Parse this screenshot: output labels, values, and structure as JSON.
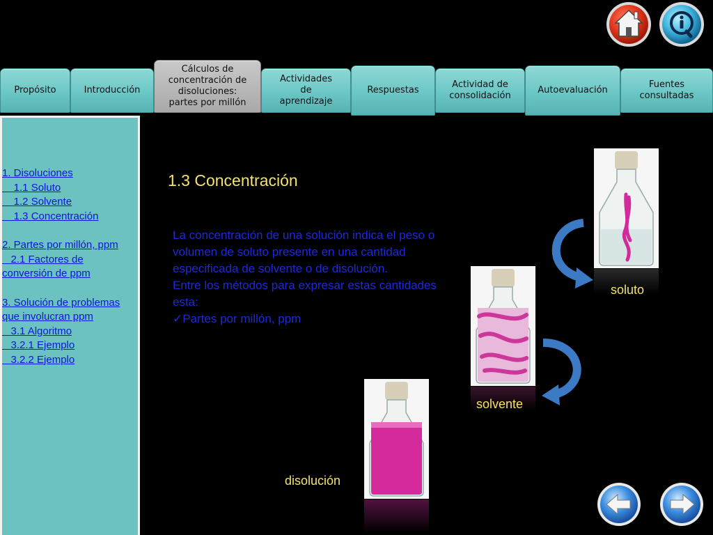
{
  "tabs": [
    {
      "label": "Propósito"
    },
    {
      "label": "Introducción"
    },
    {
      "label": "Cálculos de\nconcentración de\ndisoluciones:\npartes por millón"
    },
    {
      "label": "Actividades\nde\naprendizaje"
    },
    {
      "label": "Respuestas"
    },
    {
      "label": "Actividad de\nconsolidación"
    },
    {
      "label": "Autoevaluación"
    },
    {
      "label": "Fuentes\nconsultadas"
    }
  ],
  "active_tab": 2,
  "sidebar": {
    "items": [
      {
        "label": "1. Disoluciones"
      },
      {
        "label": "    1.1 Soluto"
      },
      {
        "label": "    1.2 Solvente"
      },
      {
        "label": "    1.3 Concentración"
      },
      {
        "label": "2. Partes por millón, ppm"
      },
      {
        "label": "   2.1 Factores de"
      },
      {
        "label": "conversión de ppm"
      },
      {
        "label": "3. Solución de problemas"
      },
      {
        "label": "que involucran ppm"
      },
      {
        "label": "   3.1 Algoritmo"
      },
      {
        "label": "   3.2.1 Ejemplo"
      },
      {
        "label": "   3.2.2 Ejemplo"
      }
    ]
  },
  "content": {
    "title": "1.3 Concentración",
    "paragraph1": "La concentración de una solución indica el peso o volumen de soluto presente en una cantidad especificada de solvente o de disolución.",
    "paragraph2": "Entre los métodos para expresar estas cantidades esta:",
    "bullet": "✓Partes por millón, ppm"
  },
  "captions": {
    "soluto": "soluto",
    "solvente": "solvente",
    "disolucion": "disolución"
  },
  "icons": {
    "home": "home-icon",
    "info": "info-icon",
    "prev": "arrow-left-icon",
    "next": "arrow-right-icon"
  },
  "colors": {
    "background": "#000000",
    "tab": "#6bc7c5",
    "active_tab": "#a9a9a9",
    "sidebar": "#6cc2c0",
    "link": "#0a16d8",
    "title": "#f3e36b",
    "body_text": "#1c2bd6",
    "magenta": "#d42a9c"
  }
}
